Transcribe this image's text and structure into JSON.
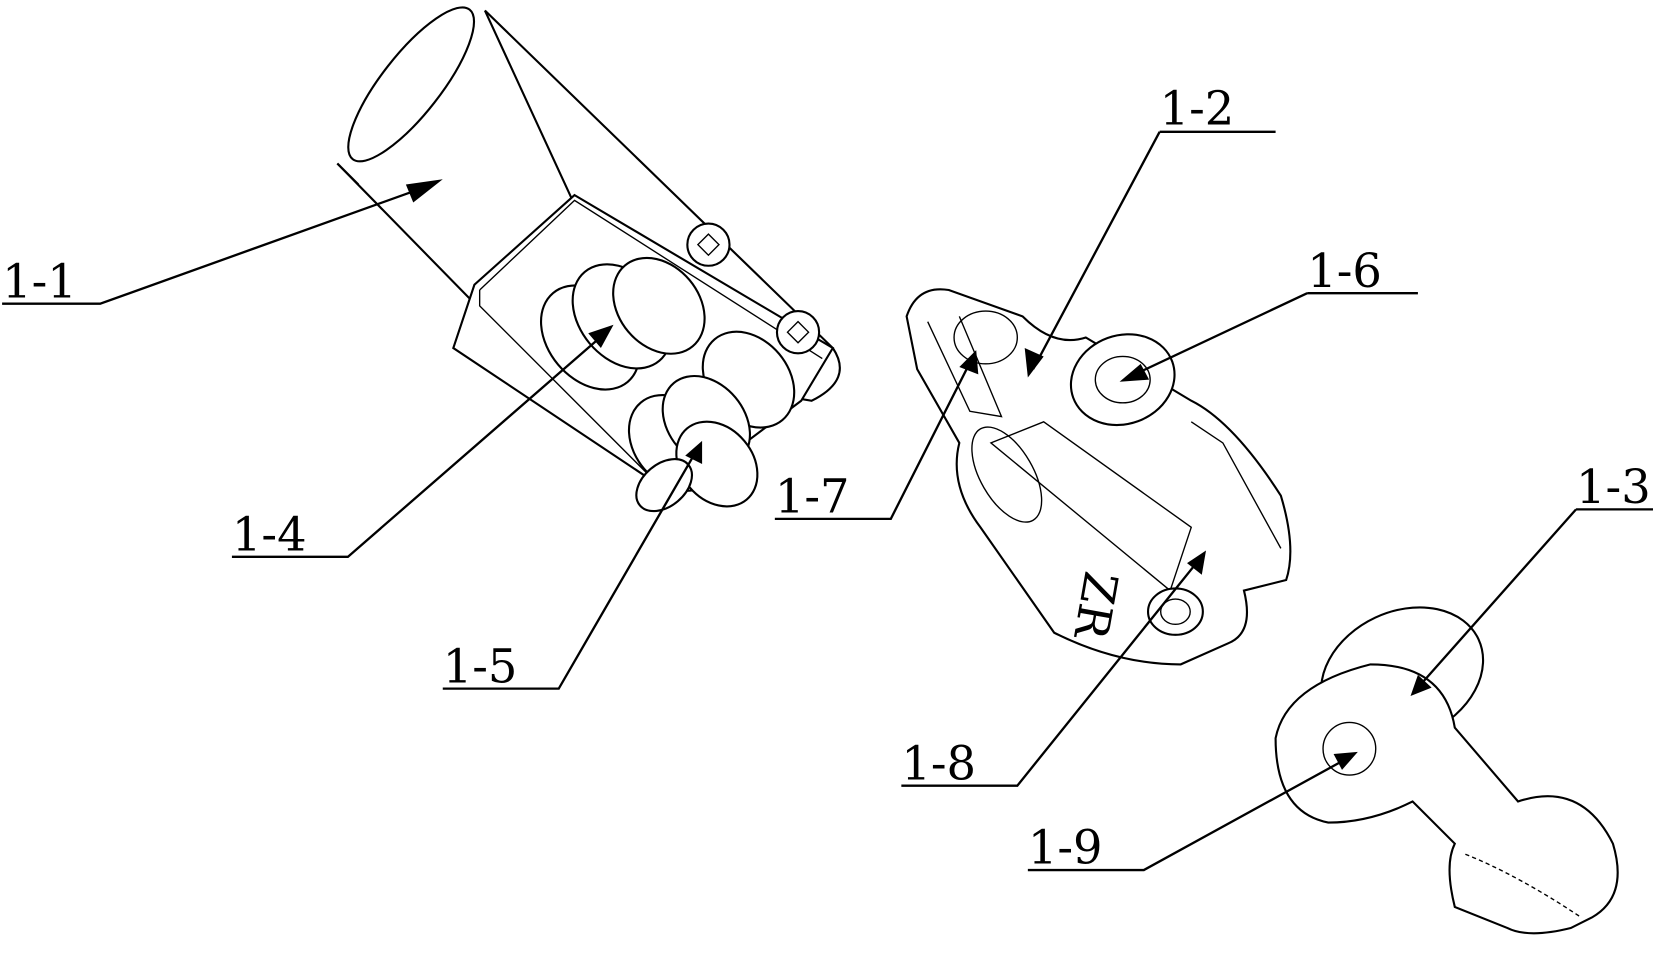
{
  "figure": {
    "labels": [
      {
        "id": "1-1",
        "text": "1-1"
      },
      {
        "id": "1-2",
        "text": "1-2"
      },
      {
        "id": "1-3",
        "text": "1-3"
      },
      {
        "id": "1-4",
        "text": "1-4"
      },
      {
        "id": "1-5",
        "text": "1-5"
      },
      {
        "id": "1-6",
        "text": "1-6"
      },
      {
        "id": "1-7",
        "text": "1-7"
      },
      {
        "id": "1-8",
        "text": "1-8"
      },
      {
        "id": "1-9",
        "text": "1-9"
      }
    ],
    "part_marking": "ZR"
  }
}
